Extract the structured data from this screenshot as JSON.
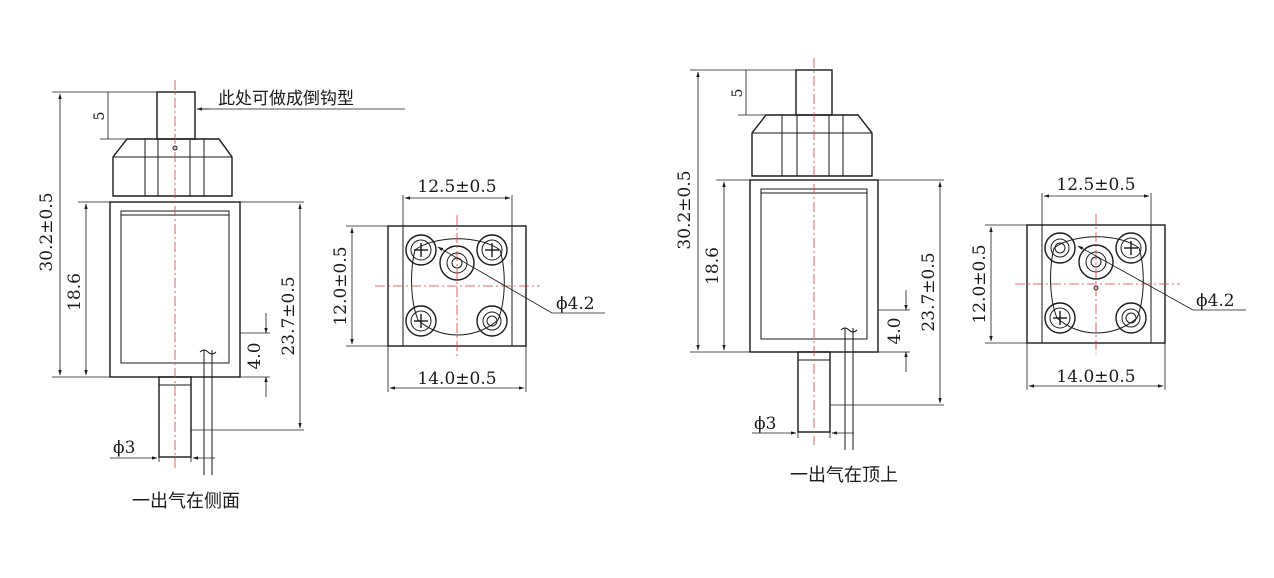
{
  "left_side_view": {
    "total_height": "30.2±0.5",
    "frame_height": "18.6",
    "plunger_extension": "5",
    "frame_outer_height": "23.7±0.5",
    "lead_offset": "4.0",
    "shaft_diameter": "ϕ3",
    "hook_note": "此处可做成倒钩型"
  },
  "left_top_view": {
    "hole_spacing": "12.5±0.5",
    "body_width": "14.0±0.5",
    "body_depth": "12.0±0.5",
    "bore_diameter": "ϕ4.2"
  },
  "left_caption": "一出气在侧面",
  "right_side_view": {
    "total_height": "30.2±0.5",
    "frame_height": "18.6",
    "plunger_extension": "5",
    "frame_outer_height": "23.7±0.5",
    "lead_offset": "4.0",
    "shaft_diameter": "ϕ3"
  },
  "right_top_view": {
    "hole_spacing": "12.5±0.5",
    "body_width": "14.0±0.5",
    "body_depth": "12.0±0.5",
    "bore_diameter": "ϕ4.2"
  },
  "right_caption": "一出气在顶上"
}
